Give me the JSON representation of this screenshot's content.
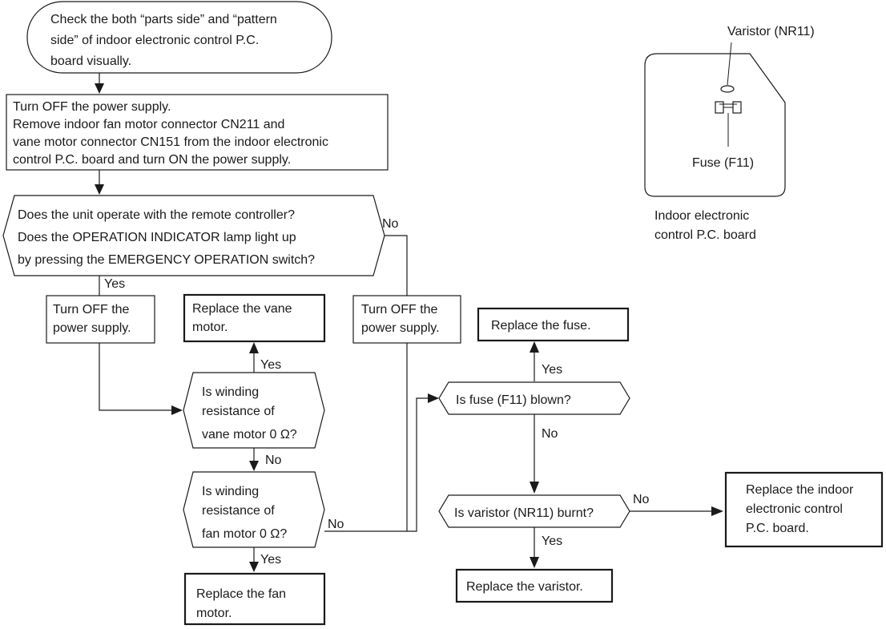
{
  "colors": {
    "stroke": "#1a1a1a",
    "background": "#ffffff",
    "text": "#1a1a1a"
  },
  "flowchart": {
    "start": {
      "lines": [
        "Check the both “parts side” and “pattern",
        "side” of indoor electronic control P.C.",
        "board visually."
      ]
    },
    "step_power_off": {
      "lines": [
        "Turn OFF the power supply.",
        "Remove indoor fan motor connector CN211 and",
        "vane motor connector CN151 from the indoor electronic",
        "control P.C. board and turn ON the power supply."
      ]
    },
    "decision_operate": {
      "lines": [
        "Does the unit operate with the remote controller?",
        "Does the OPERATION INDICATOR lamp light up",
        "by pressing the EMERGENCY OPERATION switch?"
      ]
    },
    "power_off_left": {
      "lines": [
        "Turn OFF the",
        "power supply."
      ]
    },
    "power_off_mid": {
      "lines": [
        "Turn OFF the",
        "power supply."
      ]
    },
    "replace_vane": {
      "lines": [
        "Replace the vane",
        "motor."
      ]
    },
    "decision_vane": {
      "lines": [
        "Is winding",
        "resistance of",
        "vane motor 0 Ω?"
      ]
    },
    "decision_fan": {
      "lines": [
        "Is winding",
        "resistance of",
        "fan motor 0 Ω?"
      ]
    },
    "replace_fan": {
      "lines": [
        "Replace the fan",
        "motor."
      ]
    },
    "replace_fuse": {
      "lines": [
        "Replace the fuse."
      ]
    },
    "decision_fuse": {
      "lines": [
        "Is fuse (F11) blown?"
      ]
    },
    "decision_varistor": {
      "lines": [
        "Is varistor (NR11) burnt?"
      ]
    },
    "replace_varistor": {
      "lines": [
        "Replace the varistor."
      ]
    },
    "replace_board": {
      "lines": [
        "Replace the indoor",
        "electronic control",
        "P.C. board."
      ]
    },
    "edge_labels": {
      "operate_yes": "Yes",
      "operate_no": "No",
      "vane_yes": "Yes",
      "vane_no": "No",
      "fan_yes": "Yes",
      "fan_no": "No",
      "fuse_yes": "Yes",
      "fuse_no": "No",
      "varistor_yes": "Yes",
      "varistor_no": "No"
    }
  },
  "board_illustration": {
    "varistor_label": "Varistor (NR11)",
    "fuse_label": "Fuse (F11)",
    "caption_lines": [
      "Indoor electronic",
      "control P.C. board"
    ]
  }
}
